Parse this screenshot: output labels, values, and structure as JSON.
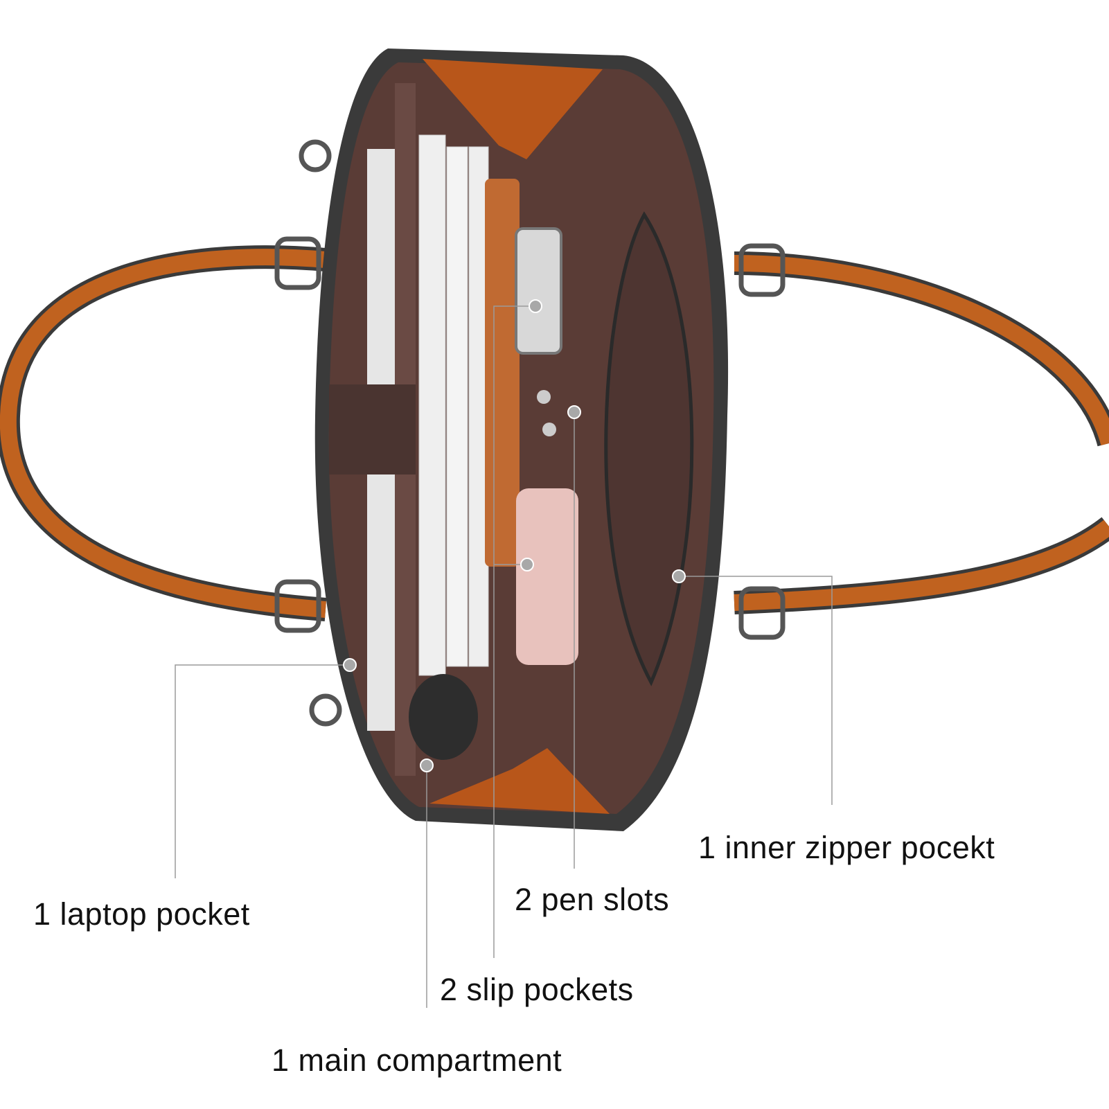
{
  "colors": {
    "leather": "#c0621f",
    "leather_dark": "#8a3f12",
    "lining": "#5a3c36",
    "lining_dark": "#3b2622",
    "zipper": "#3a3a3a",
    "leader_line": "#9a9a9a",
    "label_text": "#111111"
  },
  "callouts": [
    {
      "label": "1 laptop pocket"
    },
    {
      "label": "1 main compartment"
    },
    {
      "label": "2 slip pockets"
    },
    {
      "label": "2 pen slots"
    },
    {
      "label": "1 inner zipper pocekt"
    }
  ]
}
